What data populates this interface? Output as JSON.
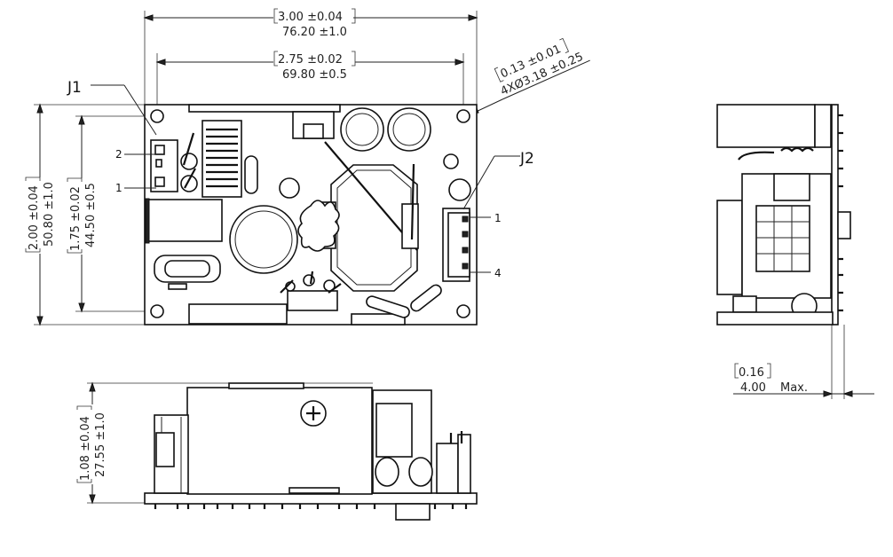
{
  "top_view": {
    "overall_width": {
      "inch": "3.00 ±0.04",
      "mm": "76.20 ±1.0"
    },
    "hole_pitch_width": {
      "inch": "2.75 ±0.02",
      "mm": "69.80 ±0.5"
    },
    "hole_callout": {
      "inch": "0.13 ±0.01",
      "mm": "4XØ3.18 ±0.25"
    },
    "overall_height": {
      "inch": "2.00 ±0.04",
      "mm": "50.80 ±1.0"
    },
    "hole_pitch_height": {
      "inch": "1.75 ±0.02",
      "mm": "44.50 ±0.5"
    },
    "connectors": {
      "j1": {
        "label": "J1",
        "pin_top": "2",
        "pin_bottom": "1"
      },
      "j2": {
        "label": "J2",
        "pin_top": "1",
        "pin_bottom": "4"
      }
    }
  },
  "front_view": {
    "height": {
      "inch": "1.08 ±0.04",
      "mm": "27.55 ±1.0"
    }
  },
  "side_view": {
    "pin_length": {
      "inch": "0.16",
      "mm": "4.00",
      "suffix": "Max."
    }
  }
}
